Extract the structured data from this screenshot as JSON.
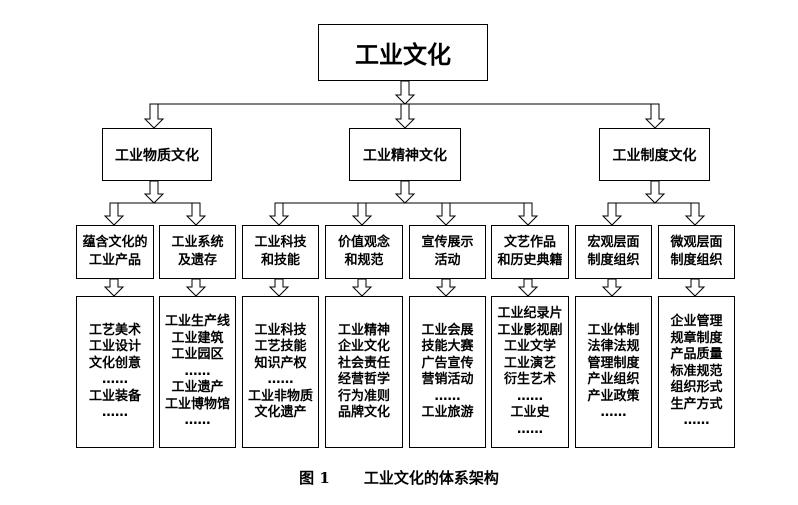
{
  "title": "工业文化",
  "categories": [
    {
      "label": "工业物质文化",
      "subs": [
        {
          "label": "蕴含文化的\n工业产品",
          "items": "工艺美术\n工业设计\n文化创意\n……\n工业装备\n……"
        },
        {
          "label": "工业系统\n及遗存",
          "items": "工业生产线\n工业建筑\n工业园区\n……\n工业遗产\n工业博物馆\n……"
        }
      ]
    },
    {
      "label": "工业精神文化",
      "subs": [
        {
          "label": "工业科技\n和技能",
          "items": "工业科技\n工艺技能\n知识产权\n……\n工业非物质\n文化遗产"
        },
        {
          "label": "价值观念\n和规范",
          "items": "工业精神\n企业文化\n社会责任\n经营哲学\n行为准则\n品牌文化"
        },
        {
          "label": "宣传展示\n活动",
          "items": "工业会展\n技能大赛\n广告宣传\n营销活动\n……\n工业旅游"
        },
        {
          "label": "文艺作品\n和历史典籍",
          "items": "工业纪录片\n工业影视剧\n工业文学\n工业演艺\n衍生艺术\n……\n工业史\n……"
        }
      ]
    },
    {
      "label": "工业制度文化",
      "subs": [
        {
          "label": "宏观层面\n制度组织",
          "items": "工业体制\n法律法规\n管理制度\n产业组织\n产业政策\n……"
        },
        {
          "label": "微观层面\n制度组织",
          "items": "企业管理\n规章制度\n产品质量\n标准规范\n组织形式\n生产方式\n……"
        }
      ]
    }
  ],
  "caption": {
    "figure_number": "图 1",
    "figure_title": "工业文化的体系架构"
  }
}
